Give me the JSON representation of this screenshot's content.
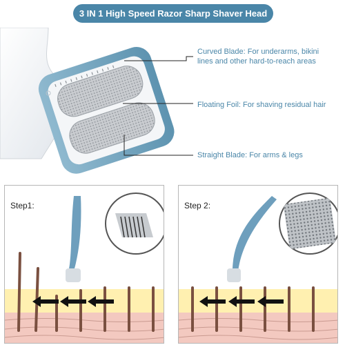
{
  "header": {
    "title": "3 IN 1 High Speed Razor Sharp Shaver Head"
  },
  "callouts": [
    {
      "id": "curved",
      "text_line1": "Curved Blade: For underarms, bikini",
      "text_line2": "lines and other hard-to-reach areas"
    },
    {
      "id": "foil",
      "text": "Floating Foil: For shaving residual hair"
    },
    {
      "id": "straight",
      "text": "Straight Blade: For arms & legs"
    }
  ],
  "steps": [
    {
      "label": "Step1:"
    },
    {
      "label": "Step 2:"
    }
  ],
  "colors": {
    "accent": "#4a86a8",
    "skin": "#f3c9c0",
    "skin_top": "#fff0b0",
    "hair": "#7a5040",
    "arrow": "#111111"
  },
  "icons": [
    "shaver-head-illustration",
    "magnify-blade-icon",
    "arrow-left-icon",
    "hair-strand-icon"
  ]
}
